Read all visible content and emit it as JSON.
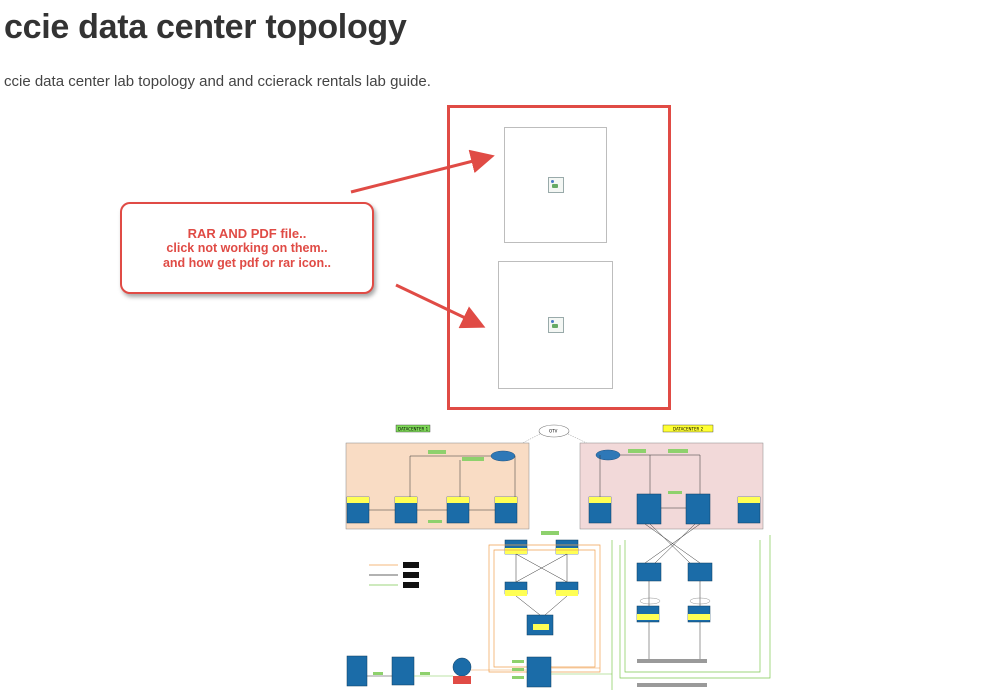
{
  "page": {
    "title": "ccie data center topology",
    "description": "ccie data center lab topology and and ccierack rentals lab guide."
  },
  "callout": {
    "line1": "RAR AND PDF file..",
    "line2": "click not working on them..",
    "line3": "and how get pdf or rar icon.."
  },
  "attachments": [
    {
      "type": "rar",
      "state": "broken-image"
    },
    {
      "type": "pdf",
      "state": "broken-image"
    }
  ],
  "diagram": {
    "dc1_label": "DATACENTER 1",
    "dc2_label": "DATACENTER 2",
    "otv_label": "OTV"
  },
  "colors": {
    "annotation_red": "#e04b45",
    "dc1_fill": "#f9dcc4",
    "dc2_fill": "#f2d9d9",
    "dc1_label_bg": "#7ed957",
    "dc2_label_bg": "#ffff33",
    "link_green": "#7ec850",
    "link_orange": "#f0a050"
  }
}
